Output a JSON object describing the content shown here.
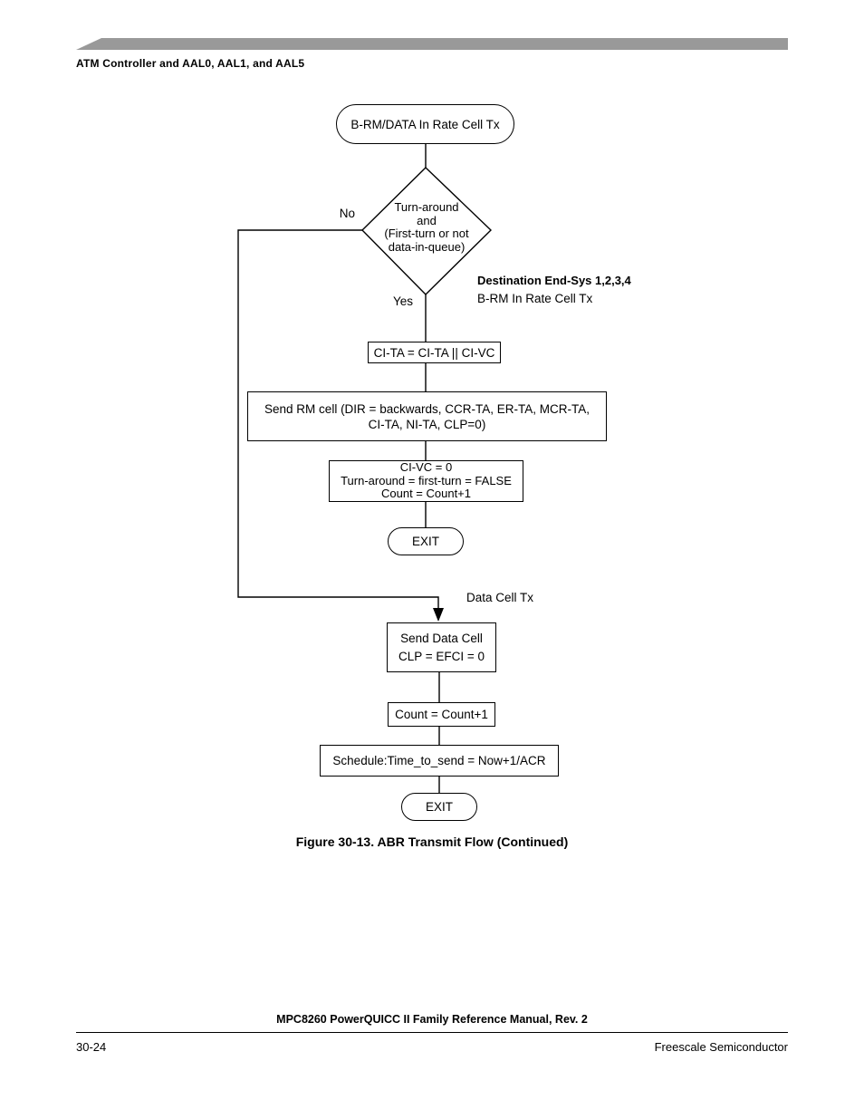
{
  "header": {
    "section_title": "ATM Controller and AAL0, AAL1, and AAL5"
  },
  "flowchart": {
    "start": "B-RM/DATA In Rate Cell Tx",
    "decision_lines": [
      "Turn-around",
      "and",
      "(First-turn or not",
      "data-in-queue)"
    ],
    "branch_no": "No",
    "branch_yes": "Yes",
    "annotation_bold": "Destination End-Sys 1,2,3,4",
    "annotation_plain": "B-RM In Rate Cell Tx",
    "box_ci_ta": "CI-TA = CI-TA || CI-VC",
    "box_send_rm_lines": [
      "Send RM cell (DIR = backwards, CCR-TA, ER-TA, MCR-TA,",
      "CI-TA, NI-TA, CLP=0)"
    ],
    "box_ci_vc_lines": [
      "CI-VC = 0",
      "Turn-around = first-turn = FALSE",
      "Count = Count+1"
    ],
    "exit_label_1": "EXIT",
    "data_cell_label": "Data Cell Tx",
    "box_send_data_lines": [
      "Send Data Cell",
      "CLP = EFCI = 0"
    ],
    "box_count": "Count = Count+1",
    "box_schedule": "Schedule:Time_to_send = Now+1/ACR",
    "exit_label_2": "EXIT"
  },
  "caption": "Figure 30-13. ABR Transmit Flow (Continued)",
  "footer": {
    "manual_title": "MPC8260 PowerQUICC II Family Reference Manual, Rev. 2",
    "page_number": "30-24",
    "company": "Freescale Semiconductor"
  },
  "colors": {
    "header_bar": "#999999",
    "line": "#000000"
  }
}
